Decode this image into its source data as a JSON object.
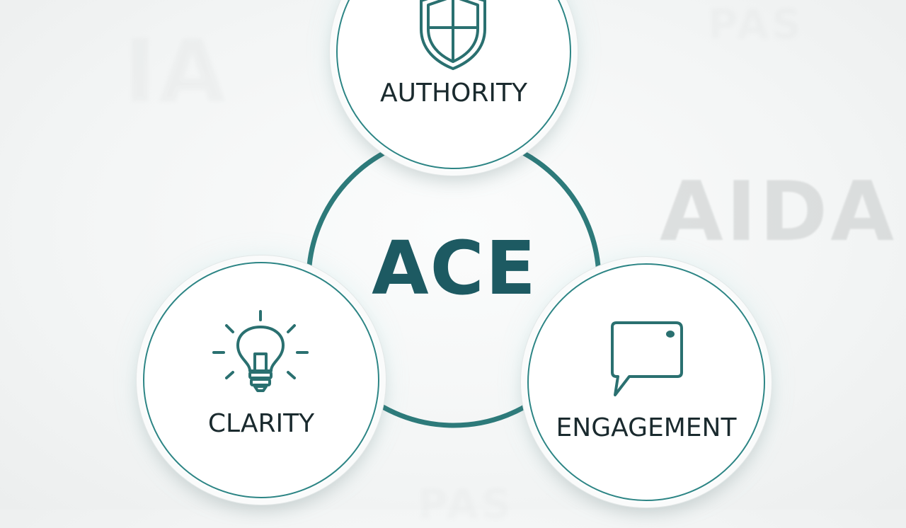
{
  "center": {
    "title": "ACE"
  },
  "nodes": [
    {
      "label": "AUTHORITY",
      "icon": "shield-icon"
    },
    {
      "label": "CLARITY",
      "icon": "lightbulb-icon"
    },
    {
      "label": "ENGAGEMENT",
      "icon": "chat-bubble-icon"
    }
  ],
  "background_words": {
    "aida": "AIDA",
    "ia": "IA",
    "pas_top": "PAS",
    "pas_bottom": "PAS"
  },
  "colors": {
    "accent": "#2d8585",
    "title": "#1d5a62",
    "label": "#1a2a2e"
  }
}
